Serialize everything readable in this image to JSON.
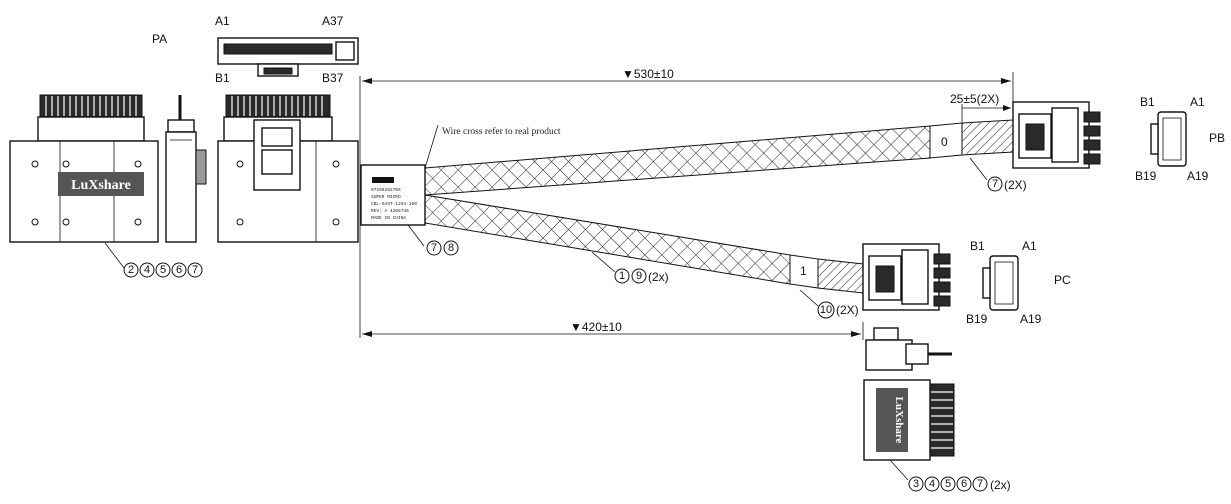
{
  "connectors": {
    "pa": {
      "label": "PA",
      "pin_a1": "A1",
      "pin_a37": "A37",
      "pin_b1": "B1",
      "pin_b37": "B37",
      "brand": "LuXshare"
    },
    "pb": {
      "label": "PB",
      "pin_b1": "B1",
      "pin_a1": "A1",
      "pin_b19": "B19",
      "pin_a19": "A19"
    },
    "pc": {
      "label": "PC",
      "pin_b1": "B1",
      "pin_a1": "A1",
      "pin_b19": "B19",
      "pin_a19": "A19",
      "brand": "LuXshare"
    }
  },
  "dimensions": {
    "long_leg": "▼530±10",
    "short_leg": "▼420±10",
    "sleeve": "25±5(2X)"
  },
  "notes": {
    "wire_cross": "Wire cross refer to real product"
  },
  "cable_labels": {
    "upper_tag": "0",
    "lower_tag": "1"
  },
  "label_block": {
    "lines": [
      "0726928270X",
      "SUPER MICRO",
      "CBL-SAST-1264-100",
      "REV: A 4266746",
      "MADE IN CHINA"
    ]
  },
  "callouts": {
    "pa_items": [
      "2",
      "4",
      "5",
      "6",
      "7"
    ],
    "label_items": [
      "7",
      "8"
    ],
    "pb_sleeve": {
      "items": [
        "7"
      ],
      "qty": "(2X)"
    },
    "cable_items": {
      "items": [
        "1",
        "9"
      ],
      "qty": "(2x)"
    },
    "pc_sleeve": {
      "items": [
        "10"
      ],
      "qty": "(2X)"
    },
    "pc_items": {
      "items": [
        "3",
        "4",
        "5",
        "6",
        "7"
      ],
      "qty": "(2x)"
    }
  }
}
